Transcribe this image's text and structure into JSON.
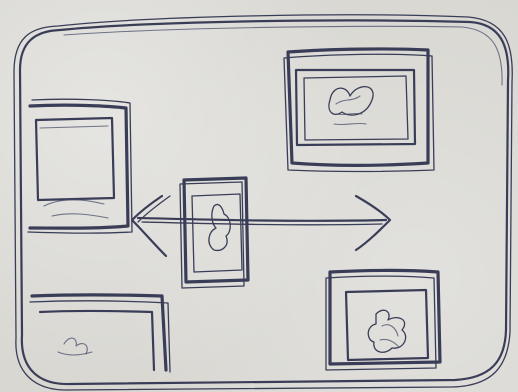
{
  "sketch": {
    "ink_color": "#3a3d57",
    "paper_color": "#d8d7d2",
    "frames": [
      {
        "name": "card-top-right",
        "content": "image-thumbnail"
      },
      {
        "name": "card-left",
        "content": "image-thumbnail"
      },
      {
        "name": "card-center",
        "content": "image-thumbnail"
      },
      {
        "name": "card-bottom-left",
        "content": "image-thumbnail"
      },
      {
        "name": "card-bottom-right",
        "content": "image-thumbnail"
      }
    ],
    "gesture": "swipe-left-right"
  }
}
